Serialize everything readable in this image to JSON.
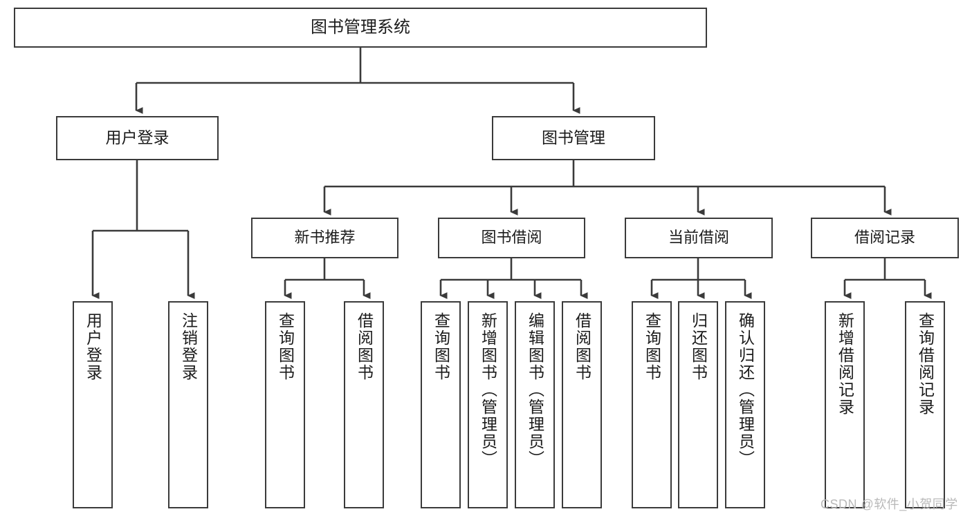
{
  "diagram": {
    "title_node": {
      "label": "图书管理系统"
    },
    "level2": [
      {
        "label": "用户登录"
      },
      {
        "label": "图书管理"
      }
    ],
    "level3": [
      {
        "label": "新书推荐"
      },
      {
        "label": "图书借阅"
      },
      {
        "label": "当前借阅"
      },
      {
        "label": "借阅记录"
      }
    ],
    "leaves": {
      "user_login": [
        {
          "label": "用户登录"
        },
        {
          "label": "注销登录"
        }
      ],
      "new_book": [
        {
          "label": "查询图书"
        },
        {
          "label": "借阅图书"
        }
      ],
      "book_borrow": [
        {
          "label": "查询图书"
        },
        {
          "label": "新增图书（管理员）"
        },
        {
          "label": "编辑图书（管理员）"
        },
        {
          "label": "借阅图书"
        }
      ],
      "current_borrow": [
        {
          "label": "查询图书"
        },
        {
          "label": "归还图书"
        },
        {
          "label": "确认归还（管理员）"
        }
      ],
      "borrow_record": [
        {
          "label": "新增借阅记录"
        },
        {
          "label": "查询借阅记录"
        }
      ]
    }
  },
  "watermark": {
    "text": "CSDN @软件_小贺同学"
  },
  "colors": {
    "border": "#3a3a3a",
    "text": "#1b1b1b",
    "background": "#ffffff",
    "watermark": "#b9b9b9"
  }
}
